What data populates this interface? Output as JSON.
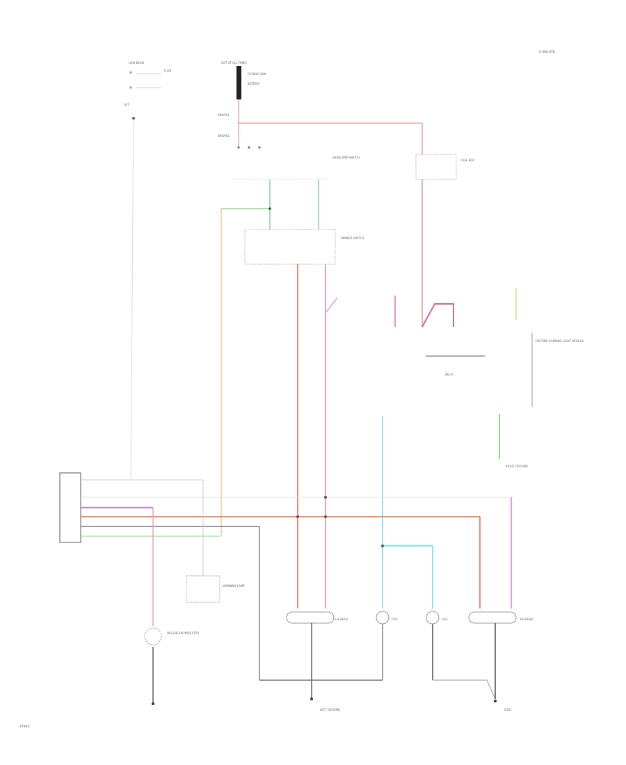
{
  "diagram": {
    "code": "S 366 078",
    "footer_code": "47944",
    "colors": {
      "red": "#f4a6a6",
      "orange_red": "#f28a6e",
      "pink": "#ee9ad8",
      "magenta": "#e070e0",
      "green": "#8fd88f",
      "lightgreen": "#a8e8a8",
      "cyan": "#7fe8f0",
      "tan": "#f2c77f",
      "gray": "#bdbdbd",
      "darkgray": "#777777",
      "black": "#222222"
    },
    "labels": {
      "top_left_1": "LOW BEAM",
      "top_left_2": "FUSE",
      "top_left_3": "LHT",
      "hot_at_all_times": "HOT AT ALL TIMES",
      "fusible_link": "FUSIBLE LINK",
      "battery": "BATTERY",
      "wire_a": "BRN/YEL",
      "wire_b": "BRN/YEL",
      "headlamp_switch": "HEADLAMP SWITCH",
      "fuse_box": "FUSE BOX",
      "dimmer_switch": "DIMMER SWITCH",
      "relay_label": "RELAY",
      "left_ground": "LEFT GROUND",
      "right_ground": "RIGHT GROUND",
      "g_ground": "G101",
      "headlamp_left": "LH HEAD",
      "headlamp_right": "RH HEAD",
      "daytime_module": "DAYTIME RUNNING LIGHT MODULE",
      "warning_lamp": "WARNING LAMP",
      "indicator": "HIGH BEAM INDICATOR",
      "fog_lamp_l": "FOG",
      "fog_lamp_r": "FOG"
    }
  }
}
